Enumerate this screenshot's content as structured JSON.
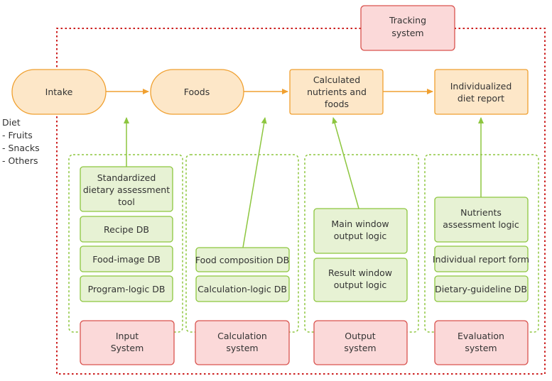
{
  "colors": {
    "flow_fill": "#fde7c8",
    "flow_stroke": "#f0a030",
    "system_fill": "#fbd9d9",
    "system_stroke": "#d9534f",
    "tracking_border": "#cc1f1f",
    "db_fill": "#e7f2d4",
    "db_stroke": "#8dc63f",
    "group_border": "#8dc63f",
    "text": "#333333"
  },
  "tracking_system": {
    "line1": "Tracking",
    "line2": "system"
  },
  "flow": {
    "intake": "Intake",
    "foods": "Foods",
    "calculated": {
      "line1": "Calculated",
      "line2": "nutrients and",
      "line3": "foods"
    },
    "report": {
      "line1": "Individualized",
      "line2": "diet report"
    }
  },
  "diet": {
    "title": "Diet",
    "items": [
      "- Fruits",
      "- Snacks",
      "- Others"
    ]
  },
  "input_group": {
    "tool": {
      "line1": "Standardized",
      "line2": "dietary assessment",
      "line3": "tool"
    },
    "recipe": "Recipe DB",
    "food_image": "Food-image DB",
    "program_logic": "Program-logic DB",
    "system": {
      "line1": "Input",
      "line2": "System"
    }
  },
  "calculation_group": {
    "food_composition": "Food composition DB",
    "calculation_logic": "Calculation-logic DB",
    "system": {
      "line1": "Calculation",
      "line2": "system"
    }
  },
  "output_group": {
    "main_window": {
      "line1": "Main window",
      "line2": "output logic"
    },
    "result_window": {
      "line1": "Result window",
      "line2": "output logic"
    },
    "system": {
      "line1": "Output",
      "line2": "system"
    }
  },
  "evaluation_group": {
    "nutrients": {
      "line1": "Nutrients",
      "line2": "assessment logic"
    },
    "report_form": "Individual report form",
    "guideline": "Dietary-guideline DB",
    "system": {
      "line1": "Evaluation",
      "line2": "system"
    }
  }
}
